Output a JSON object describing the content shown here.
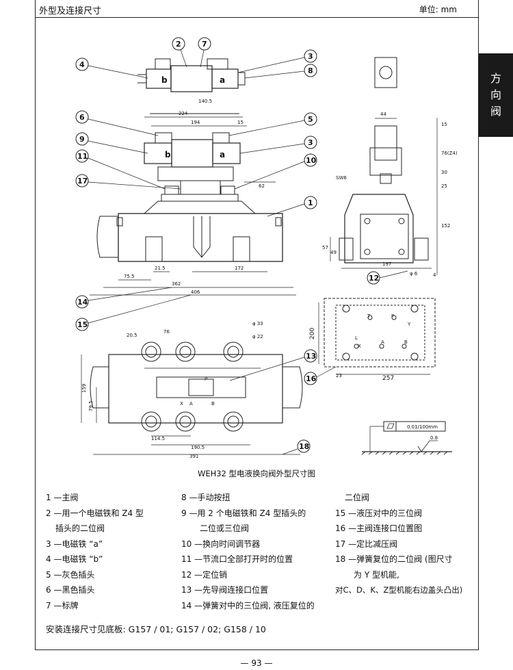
{
  "header": {
    "title": "外型及连接尺寸",
    "unit": "单位: mm"
  },
  "side_tab": {
    "chars": [
      "方",
      "向",
      "阀"
    ]
  },
  "drawing": {
    "callouts": [
      "1",
      "2",
      "3",
      "4",
      "5",
      "6",
      "7",
      "8",
      "9",
      "10",
      "11",
      "12",
      "13",
      "14",
      "15",
      "16",
      "17",
      "18"
    ],
    "dims": {
      "d140_5": "140.5",
      "d224": "224",
      "d194": "194",
      "d15": "15",
      "d62": "62",
      "d21_5": "21.5",
      "d172": "172",
      "d75_5": "75.5",
      "d362": "362",
      "d406": "406",
      "d44": "44",
      "d15v": "15",
      "d76z4": "76(Z4)",
      "d30": "30",
      "d25": "25",
      "d152": "152",
      "d57": "57",
      "d49": "49",
      "d197": "197",
      "dphi6": "φ 6",
      "d4": "4",
      "sw6": "SW6",
      "d200": "200",
      "d23": "23",
      "d257": "257",
      "d20_5": "20.5",
      "d76b": "76",
      "dphi33": "φ 33",
      "dphi22": "φ 22",
      "d159": "159",
      "d79_5": "79.5",
      "d114_5": "114.5",
      "d190_5": "190.5",
      "d391": "391",
      "flat": "0.01/100mm",
      "rough": "0.8"
    },
    "ports": {
      "T": "T",
      "P": "P",
      "Y": "Y",
      "L": "L",
      "X": "X",
      "A": "A",
      "B": "B",
      "a": "a",
      "b": "b"
    }
  },
  "caption": "WEH32 型电液换向阀外型尺寸图",
  "legend": {
    "col1": [
      "1 —主阀",
      "2 —用一个电磁铁和 Z4 型",
      "插头的二位阀",
      "3 —电磁铁 “a”",
      "4 —电磁铁 “b”",
      "5 —灰色插头",
      "6 —黑色插头",
      "7 —标牌"
    ],
    "col2": [
      "8 —手动按扭",
      "9 —用 2 个电磁铁和 Z4 型插头的",
      "二位或三位阀",
      "10 —换向时间调节器",
      "11 —节流口全部打开时的位置",
      "12 —定位销",
      "13 —先导阀连接口位置",
      "14 —弹簧对中的三位阀, 液压复位的"
    ],
    "col3": [
      "二位阀",
      "15 —液压对中的三位阀",
      "16 —主阀连接口位置图",
      "17 —定比减压阀",
      "18 —弹簧复位的二位阀 (图尺寸",
      "为 Y 型机能,",
      "对C、D、K、Z型机能右边盖头凸出)"
    ]
  },
  "install": "安装连接尺寸见底板: G157 / 01; G157 / 02; G158 / 10",
  "page_number": "— 93 —"
}
